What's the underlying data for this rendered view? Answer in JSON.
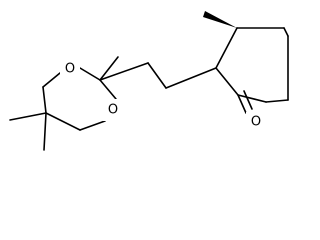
{
  "molecule": {
    "atom_labels": {
      "dioxane_o_top": "O",
      "dioxane_o_bottom": "O",
      "ketone_o": "O"
    },
    "stereo_bond": "bold-wedge",
    "line_color": "#000000",
    "background_color": "#ffffff"
  }
}
